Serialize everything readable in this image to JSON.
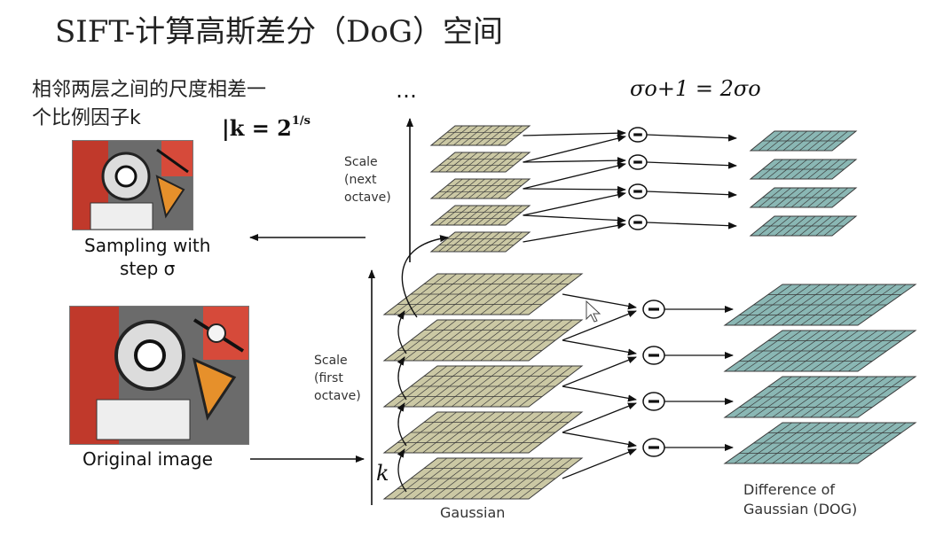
{
  "slide": {
    "title": "SIFT-计算高斯差分（DoG）空间",
    "note_line1": "相邻两层之间的尺度相差一",
    "note_line2": "个比例因子k",
    "formula_k_base": "k = 2",
    "formula_k_exp": "1/s",
    "formula_sigma": "σo+1 = 2σo"
  },
  "diagram": {
    "dots": "…",
    "scale_next_label": [
      "Scale",
      "(next",
      "octave)"
    ],
    "scale_first_label": [
      "Scale",
      "(first",
      "octave)"
    ],
    "k_label": "k",
    "sampling_label": [
      "Sampling with",
      "step σ"
    ],
    "original_label": "Original image",
    "gaussian_label": "Gaussian",
    "dog_label": [
      "Difference of",
      "Gaussian (DOG)"
    ],
    "colors": {
      "gaussian_fill": "#cbc8a4",
      "dog_fill": "#8ab7b4",
      "grid_line": "#3a3a3a",
      "arrow": "#111111"
    },
    "first_octave": {
      "gaussian_levels": 5,
      "dog_levels": 4
    },
    "next_octave": {
      "gaussian_levels": 5,
      "dog_levels": 4
    }
  }
}
